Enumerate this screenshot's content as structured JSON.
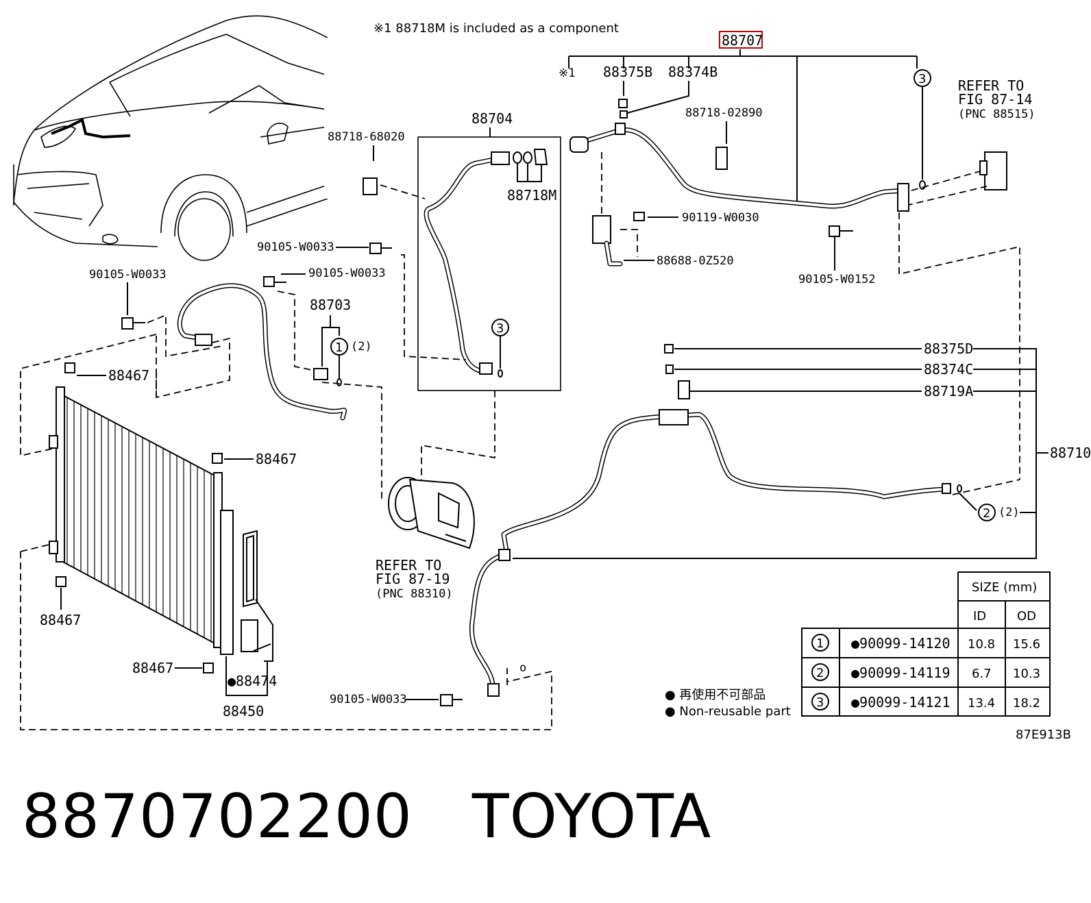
{
  "note_component": "※1 88718M is included as a component",
  "highlighted_part": "88707",
  "labels": {
    "ref_88375b": "88375B",
    "ref_88374b": "88374B",
    "mark_1": "※1",
    "ref_88718_02890": "88718-02890",
    "ref_90119_w0030": "90119-W0030",
    "ref_88688_0z520": "88688-0Z520",
    "ref_90105_w0152": "90105-W0152",
    "refer_to_1": "REFER TO",
    "fig_87_14": "FIG 87-14",
    "pnc_88515": "(PNC 88515)",
    "ref_88704": "88704",
    "ref_88718_68020": "88718-68020",
    "ref_88718m": "88718M",
    "ref_90105_w0033_a": "90105-W0033",
    "ref_90105_w0033_b": "90105-W0033",
    "ref_90105_w0033_c": "90105-W0033",
    "ref_90105_w0033_d": "90105-W0033",
    "ref_88703": "88703",
    "circle_1_qty": "(2)",
    "circle_2_qty": "(2)",
    "ref_88467_a": "88467",
    "ref_88467_b": "88467",
    "ref_88467_c": "88467",
    "ref_88467_d": "88467",
    "ref_88474": "●88474",
    "ref_88450": "88450",
    "refer_to_2": "REFER TO",
    "fig_87_19": "FIG 87-19",
    "pnc_88310": "(PNC 88310)",
    "ref_88375d": "88375D",
    "ref_88374c": "88374C",
    "ref_88719a": "88719A",
    "ref_88710": "88710",
    "circle_1": "1",
    "circle_2": "2",
    "circle_3": "3",
    "small_o": "o",
    "legend_jp": "● 再使用不可部品",
    "legend_en": "● Non-reusable part",
    "figure_code": "87E913B"
  },
  "size_table": {
    "title": "SIZE (mm)",
    "col_id": "ID",
    "col_od": "OD",
    "rows": [
      {
        "key": "1",
        "part": "●90099-14120",
        "id": "10.8",
        "od": "15.6"
      },
      {
        "key": "2",
        "part": "●90099-14119",
        "id": "6.7",
        "od": "10.3"
      },
      {
        "key": "3",
        "part": "●90099-14121",
        "id": "13.4",
        "od": "18.2"
      }
    ]
  },
  "caption": {
    "part_number": "8870702200",
    "brand": "TOYOTA"
  }
}
